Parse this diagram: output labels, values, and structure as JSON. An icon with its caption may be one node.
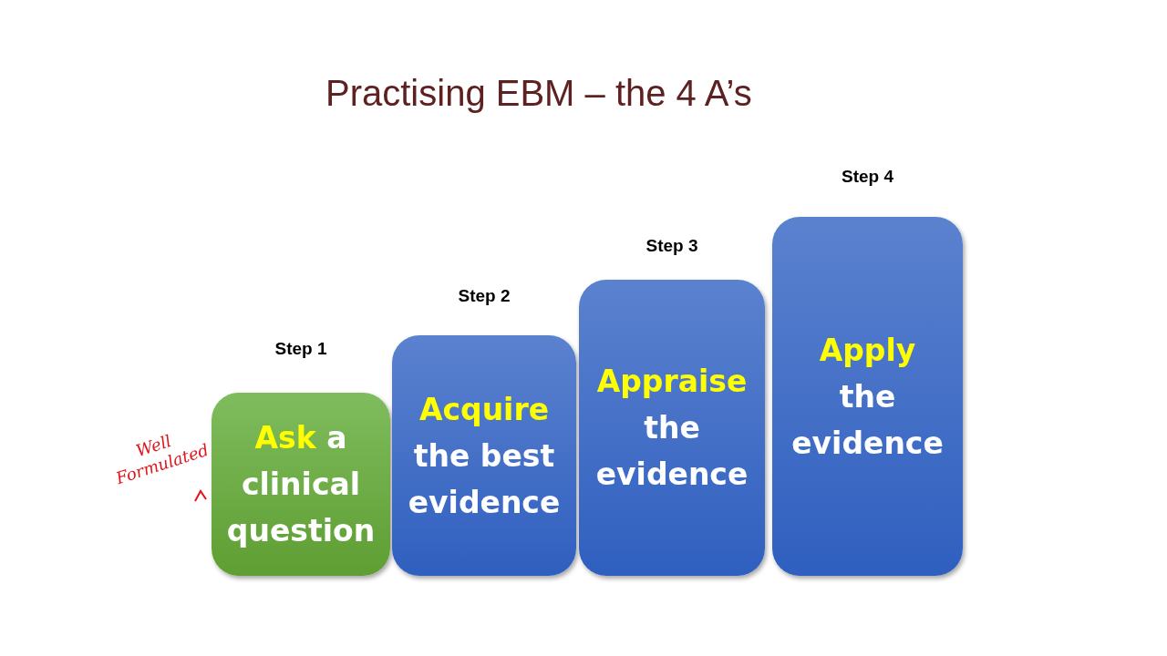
{
  "diagram": {
    "title": "Practising EBM – the 4 A’s",
    "nodes": [
      {
        "text": [
          "Step 1",
          "Ask a clinical question"
        ],
        "beside": [
          "Well Formulated"
        ]
      },
      {
        "text": [
          "Step 2",
          "Acquire the best evidence"
        ]
      },
      {
        "text": [
          "Step 3",
          "Appraise the evidence"
        ]
      },
      {
        "text": [
          "Step 4",
          "Apply the evidence"
        ]
      }
    ],
    "edges": []
  }
}
